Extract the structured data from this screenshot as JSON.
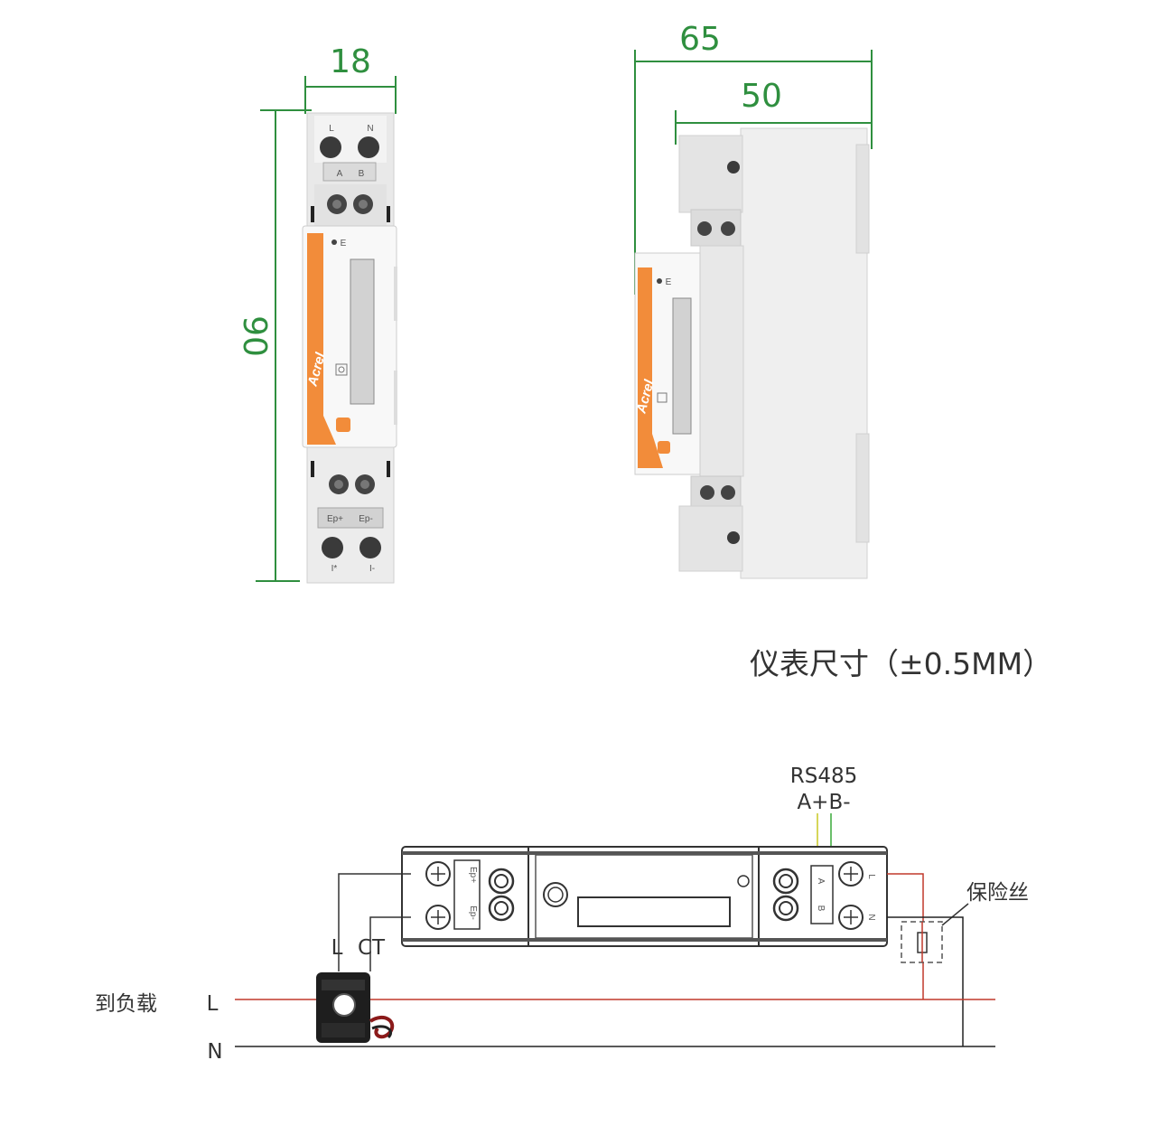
{
  "dimensions": {
    "width": "18",
    "height": "90",
    "depth_total": "65",
    "depth_body": "50"
  },
  "caption": "仪表尺寸（±0.5MM）",
  "meter_labels": {
    "L": "L",
    "N": "N",
    "A": "A",
    "B": "B",
    "E": "E",
    "brand": "Acrel",
    "ep_plus": "Ep+",
    "ep_minus": "Ep-",
    "i_in": "I*",
    "i_out": "I-"
  },
  "wiring": {
    "rs485": "RS485",
    "rs485_pins": "A+B-",
    "fuse": "保险丝",
    "ct_l": "L",
    "ct": "CT",
    "to_load": "到负载",
    "line_L": "L",
    "line_N": "N"
  },
  "colors": {
    "dimension": "#2f8f3f",
    "brand_orange": "#f28c3a",
    "live_wire": "#c0392b",
    "neutral_wire": "#222222"
  }
}
